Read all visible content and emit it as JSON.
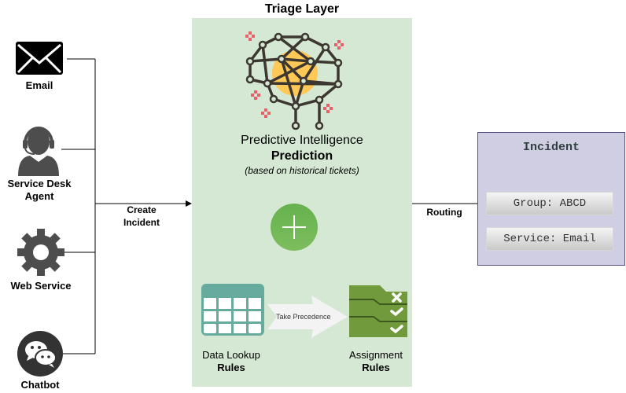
{
  "sources": [
    {
      "label": "Email",
      "icon": "envelope-icon"
    },
    {
      "label": "Service Desk Agent",
      "line1": "Service Desk",
      "line2": "Agent",
      "icon": "headset-agent-icon"
    },
    {
      "label": "Web Service",
      "icon": "gear-icon"
    },
    {
      "label": "Chatbot",
      "icon": "chat-bubbles-icon"
    }
  ],
  "edges": {
    "create_incident": {
      "line1": "Create",
      "line2": "Incident"
    },
    "routing": "Routing",
    "take_precedence": "Take Precedence"
  },
  "triage": {
    "title": "Triage Layer",
    "predictive": {
      "title": "Predictive Intelligence",
      "subtitle": "Prediction",
      "note": "(based on historical tickets)"
    },
    "data_lookup": {
      "line1": "Data Lookup",
      "line2": "Rules"
    },
    "assignment": {
      "line1": "Assignment",
      "line2": "Rules"
    }
  },
  "incident": {
    "title": "Incident",
    "fields": [
      "Group: ABCD",
      "Service: Email"
    ]
  },
  "colors": {
    "triage_bg": "#d5e8d4",
    "incident_bg": "#d0cee2",
    "incident_border": "#56517e",
    "plus_green": "#6db456",
    "table_teal": "#67ab9f",
    "assignment_green": "#709a3b",
    "brain_yellow": "#ffc857",
    "brain_dark": "#3d3731",
    "sparkle_red": "#e8606a",
    "icon_dark": "#4d4d4d"
  }
}
